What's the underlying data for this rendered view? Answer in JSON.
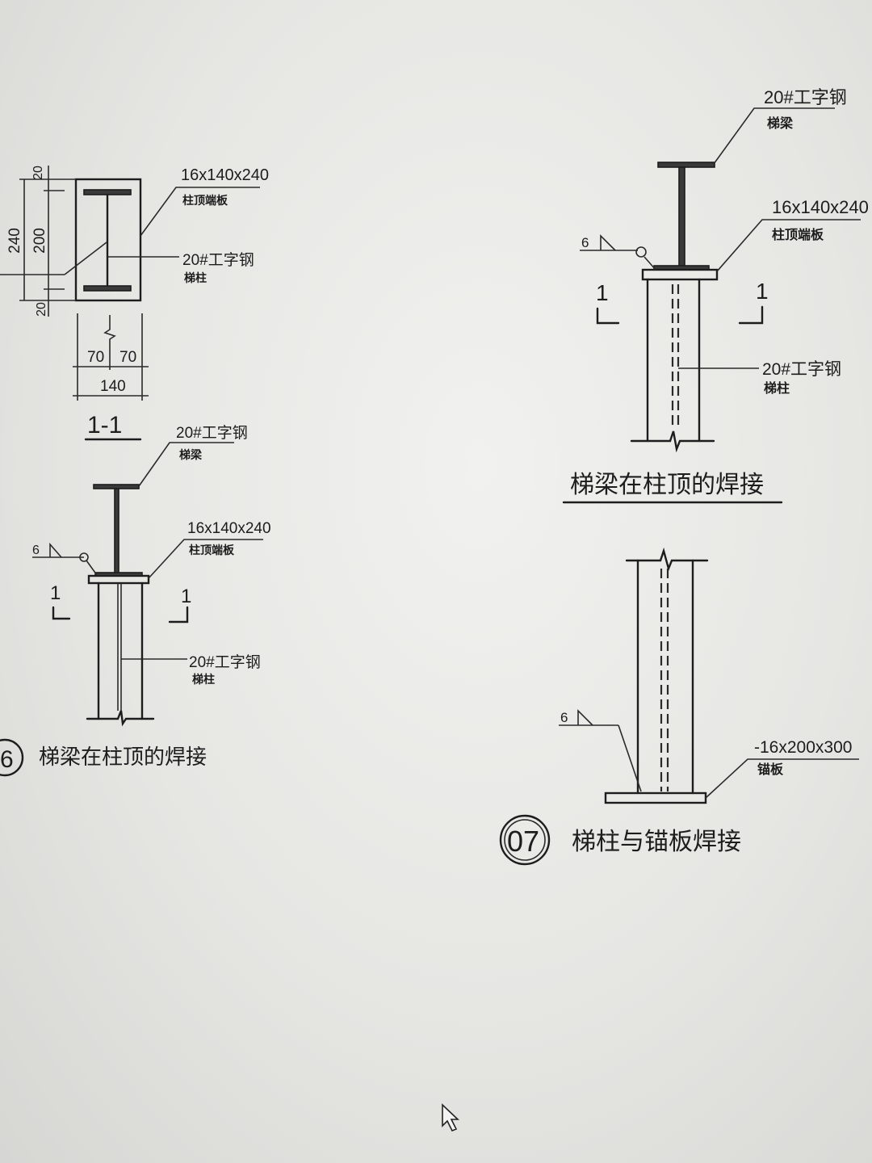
{
  "section_1_1": {
    "plate_spec": "16x140x240",
    "plate_name": "柱顶端板",
    "column_spec": "20#工字钢",
    "column_name": "梯柱",
    "dim_240": "240",
    "dim_200": "200",
    "dim_20_top": "20",
    "dim_20_bottom": "20",
    "dim_70_left": "70",
    "dim_70_right": "70",
    "dim_140": "140",
    "section_title": "1-1"
  },
  "detail_06_left": {
    "beam_spec": "20#工字钢",
    "beam_name": "梯梁",
    "plate_spec": "16x140x240",
    "plate_name": "柱顶端板",
    "column_spec": "20#工字钢",
    "column_name": "梯柱",
    "weld_size": "6",
    "cut_mark_left": "1",
    "cut_mark_right": "1",
    "detail_number": "6",
    "title": "梯梁在柱顶的焊接"
  },
  "detail_06_right": {
    "beam_spec": "20#工字钢",
    "beam_name": "梯梁",
    "plate_spec": "16x140x240",
    "plate_name": "柱顶端板",
    "column_spec": "20#工字钢",
    "column_name": "梯柱",
    "weld_size": "6",
    "cut_mark_left": "1",
    "cut_mark_right": "1",
    "title": "梯梁在柱顶的焊接"
  },
  "detail_07": {
    "plate_spec": "-16x200x300",
    "plate_name": "锚板",
    "weld_size": "6",
    "detail_number": "07",
    "title": "梯柱与锚板焊接"
  }
}
